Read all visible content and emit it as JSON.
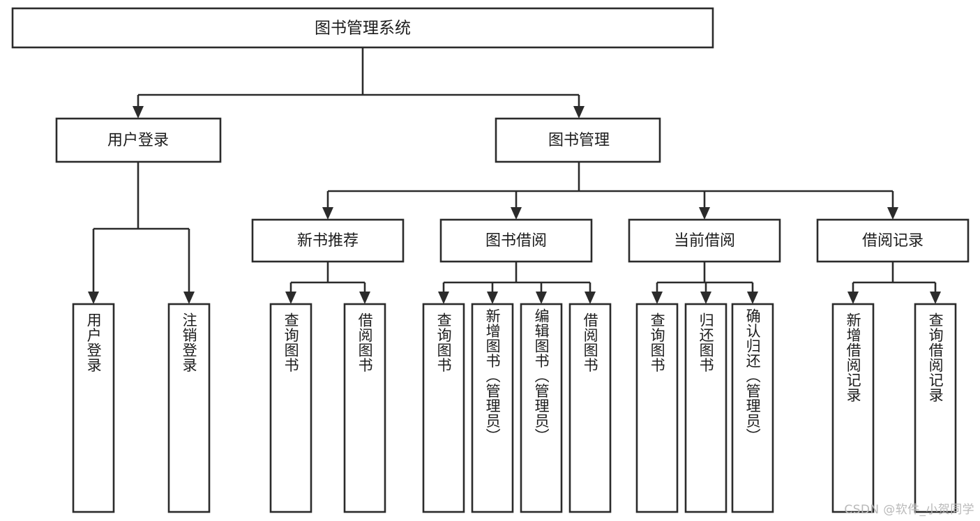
{
  "diagram": {
    "type": "tree-hierarchy",
    "title": "图书管理系统",
    "orientation": "top-down",
    "colors": {
      "box_stroke": "#2b2b2b",
      "box_fill": "#ffffff",
      "connector": "#2b2b2b",
      "text": "#1c1c1c",
      "watermark": "#b9b9b9",
      "background": "#ffffff"
    },
    "root": {
      "label": "图书管理系统"
    },
    "level2": [
      {
        "label": "用户登录"
      },
      {
        "label": "图书管理"
      }
    ],
    "level3": [
      {
        "label": "新书推荐"
      },
      {
        "label": "图书借阅"
      },
      {
        "label": "当前借阅"
      },
      {
        "label": "借阅记录"
      }
    ],
    "leaves": {
      "user_login": [
        {
          "label": "用户登录"
        },
        {
          "label": "注销登录"
        }
      ],
      "new_book_recommend": [
        {
          "label": "查询图书"
        },
        {
          "label": "借阅图书"
        }
      ],
      "book_borrow": [
        {
          "label": "查询图书"
        },
        {
          "label": "新增图书（管理员）"
        },
        {
          "label": "编辑图书（管理员）"
        },
        {
          "label": "借阅图书"
        }
      ],
      "current_borrow": [
        {
          "label": "查询图书"
        },
        {
          "label": "归还图书"
        },
        {
          "label": "确认归还（管理员）"
        }
      ],
      "borrow_record": [
        {
          "label": "新增借阅记录"
        },
        {
          "label": "查询借阅记录"
        }
      ]
    }
  },
  "watermark": {
    "text": "CSDN @软件_小贺同学"
  }
}
